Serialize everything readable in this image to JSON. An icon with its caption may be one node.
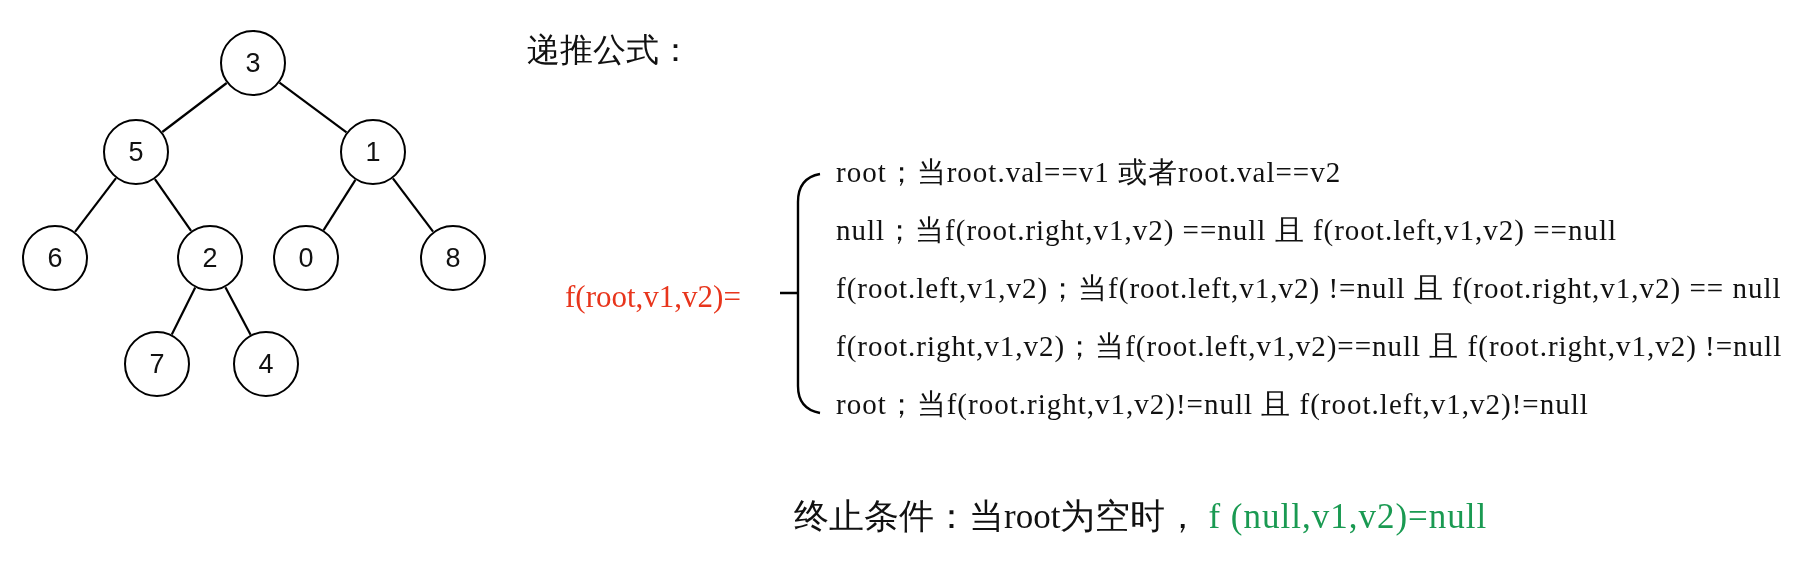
{
  "diagram": {
    "nodes": [
      {
        "text": [
          "3"
        ]
      },
      {
        "text": [
          "5"
        ]
      },
      {
        "text": [
          "1"
        ]
      },
      {
        "text": [
          "6"
        ]
      },
      {
        "text": [
          "2"
        ]
      },
      {
        "text": [
          "0"
        ]
      },
      {
        "text": [
          "8"
        ]
      },
      {
        "text": [
          "7"
        ]
      },
      {
        "text": [
          "4"
        ]
      }
    ],
    "edges": [
      {
        "from": 0,
        "to": 1,
        "arrow": "none"
      },
      {
        "from": 0,
        "to": 2,
        "arrow": "none"
      },
      {
        "from": 1,
        "to": 3,
        "arrow": "none"
      },
      {
        "from": 1,
        "to": 4,
        "arrow": "none"
      },
      {
        "from": 2,
        "to": 5,
        "arrow": "none"
      },
      {
        "from": 2,
        "to": 6,
        "arrow": "none"
      },
      {
        "from": 4,
        "to": 7,
        "arrow": "none"
      },
      {
        "from": 4,
        "to": 8,
        "arrow": "none"
      }
    ],
    "labels": [
      "递推公式：",
      "f(root,v1,v2)=",
      "root；当root.val==v1 或者root.val==v2",
      "null；当f(root.right,v1,v2) ==null 且 f(root.left,v1,v2) ==null",
      "f(root.left,v1,v2)；当f(root.left,v1,v2) !=null 且 f(root.right,v1,v2) == null",
      "f(root.right,v1,v2)；当f(root.left,v1,v2)==null 且 f(root.right,v1,v2) !=null",
      "root；当f(root.right,v1,v2)!=null 且 f(root.left,v1,v2)!=null",
      "终止条件：当root为空时，",
      "f (null,v1,v2)=null"
    ]
  }
}
